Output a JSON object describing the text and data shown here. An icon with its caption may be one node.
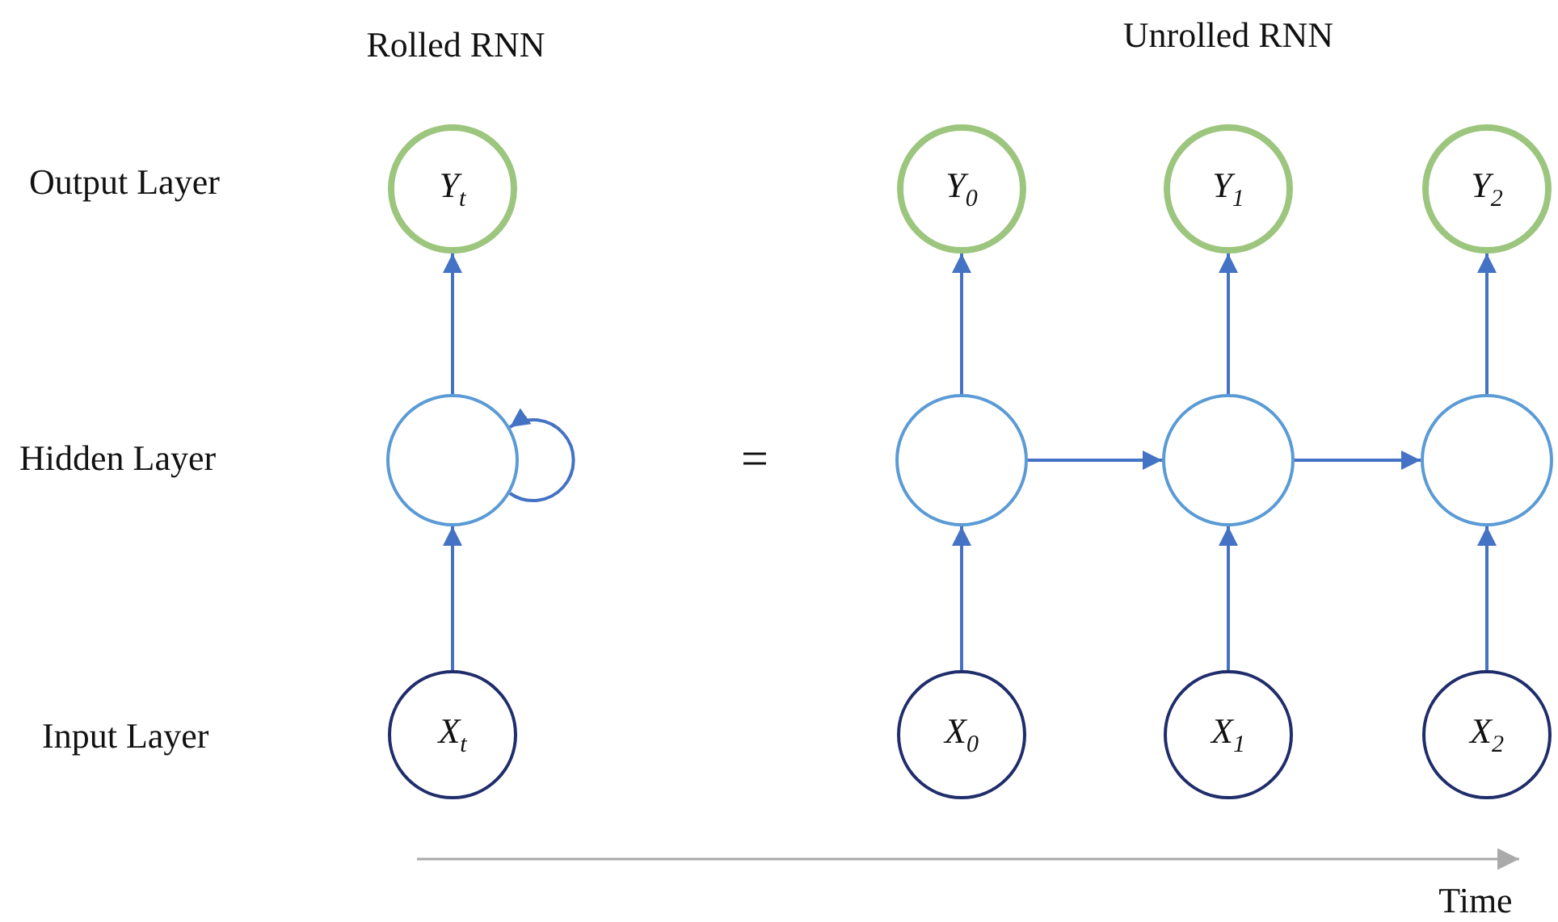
{
  "diagram": {
    "nodes": [
      {
        "text": [
          "Y$_{t}$"
        ]
      },
      {
        "text": [],
        "shape": "circle"
      },
      {
        "text": [
          "X$_{t}$"
        ]
      },
      {
        "text": [
          "Y$_{0}$"
        ]
      },
      {
        "text": [
          "Y$_{1}$"
        ]
      },
      {
        "text": [
          "Y$_{2}$"
        ]
      },
      {
        "text": [],
        "shape": "circle"
      },
      {
        "text": [],
        "shape": "circle"
      },
      {
        "text": [],
        "shape": "circle"
      },
      {
        "text": [
          "X$_{0}$"
        ]
      },
      {
        "text": [
          "X$_{1}$"
        ]
      },
      {
        "text": [
          "X$_{2}$"
        ]
      }
    ],
    "edges": [
      {
        "from": 2,
        "to": 1,
        "arrow": "to"
      },
      {
        "from": 1,
        "to": 0,
        "arrow": "to"
      },
      {
        "from": 1,
        "to": 1,
        "arrow": "to"
      },
      {
        "from": 9,
        "to": 6,
        "arrow": "to"
      },
      {
        "from": 6,
        "to": 3,
        "arrow": "to"
      },
      {
        "from": 10,
        "to": 7,
        "arrow": "to"
      },
      {
        "from": 7,
        "to": 4,
        "arrow": "to"
      },
      {
        "from": 11,
        "to": 8,
        "arrow": "to"
      },
      {
        "from": 8,
        "to": 5,
        "arrow": "to"
      },
      {
        "from": 6,
        "to": 7,
        "arrow": "to"
      },
      {
        "from": 7,
        "to": 8,
        "arrow": "to"
      }
    ],
    "labels": [
      "Rolled RNN",
      "Unrolled RNN",
      "Output Layer",
      "Hidden Layer",
      "=",
      "Input Layer",
      "Time"
    ]
  }
}
